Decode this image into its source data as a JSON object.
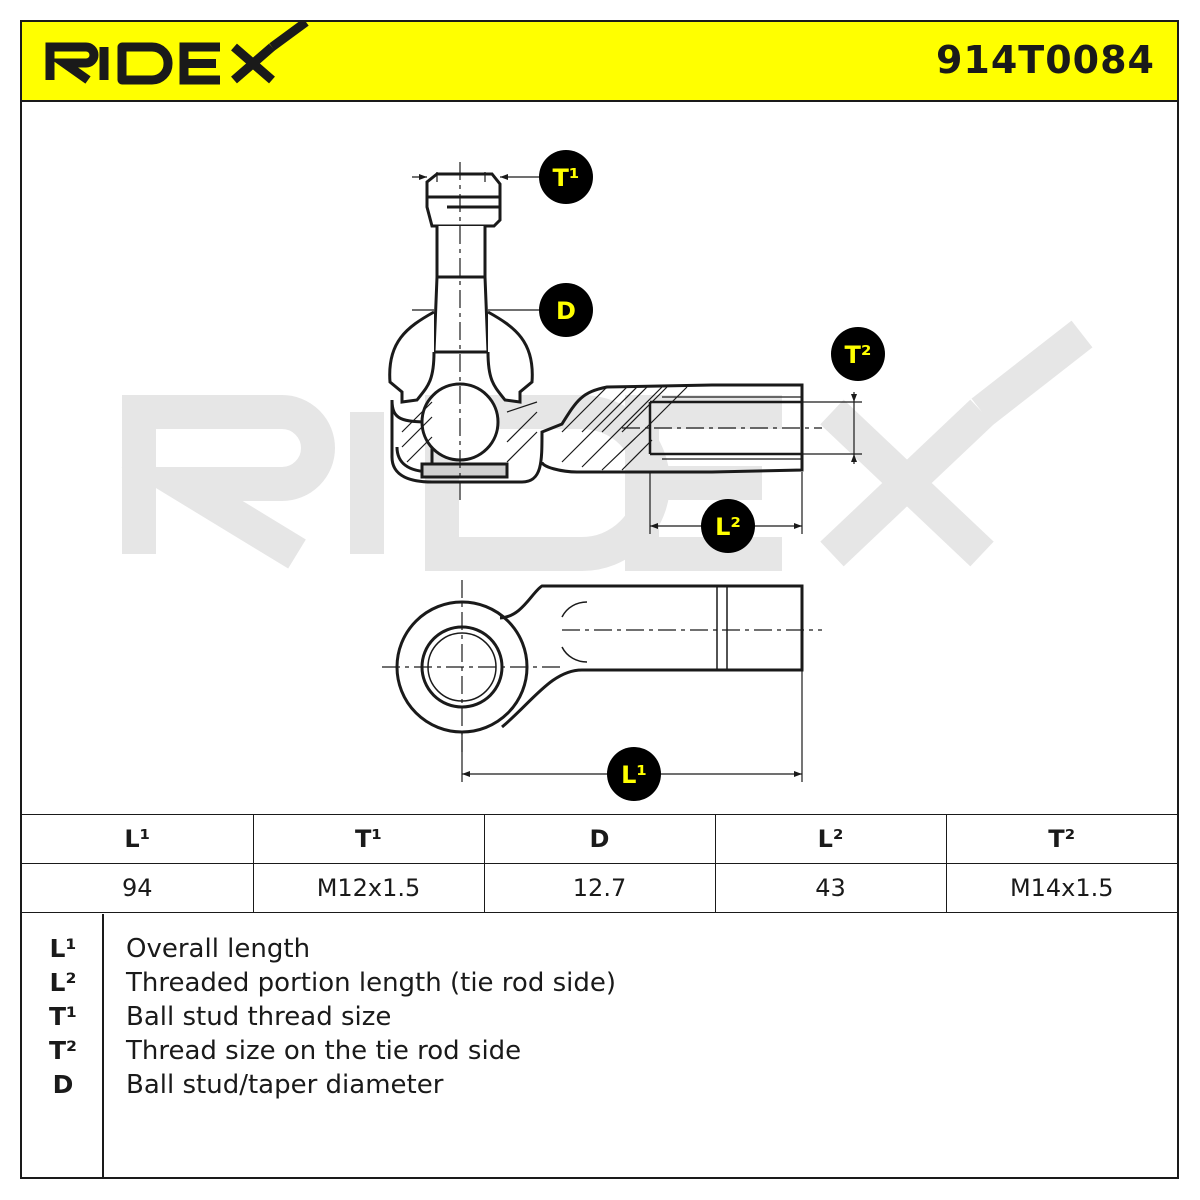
{
  "header": {
    "brand": "RIDEX",
    "part_number": "914T0084"
  },
  "drawing": {
    "watermark": "RIDEX",
    "callouts": {
      "t1": "T¹",
      "d": "D",
      "t2": "T²",
      "l2": "L²",
      "l1": "L¹"
    }
  },
  "specs": {
    "headers": [
      "L¹",
      "T¹",
      "D",
      "L²",
      "T²"
    ],
    "values": [
      "94",
      "M12x1.5",
      "12.7",
      "43",
      "M14x1.5"
    ]
  },
  "legend": [
    {
      "code": "L¹",
      "description": "Overall length"
    },
    {
      "code": "L²",
      "description": "Threaded portion length (tie rod side)"
    },
    {
      "code": "T¹",
      "description": "Ball stud thread size"
    },
    {
      "code": "T²",
      "description": "Thread size on the tie rod side"
    },
    {
      "code": "D",
      "description": "Ball stud/taper diameter"
    }
  ],
  "colors": {
    "header_background": "#ffff00",
    "callout_background": "#000000",
    "callout_text": "#ffff00",
    "watermark": "#e6e6e6",
    "line": "#1a1a1a"
  }
}
